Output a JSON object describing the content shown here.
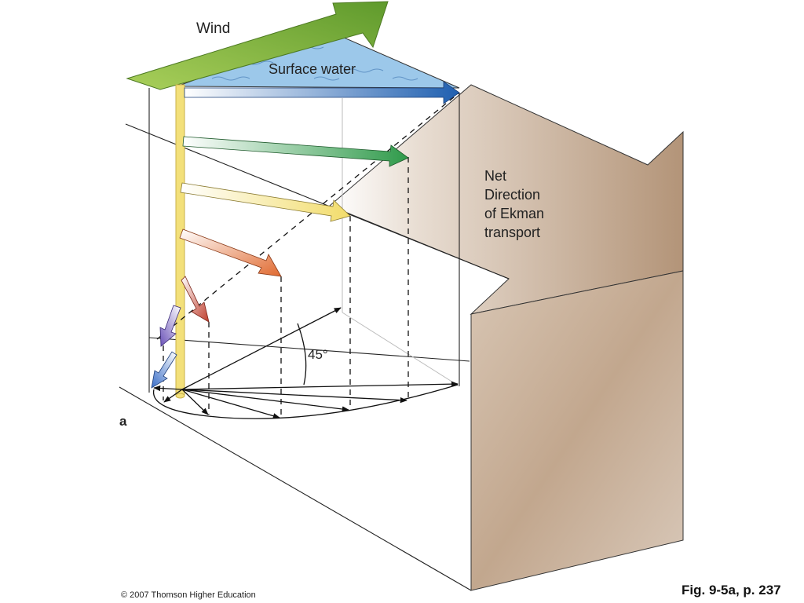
{
  "labels": {
    "wind": "Wind",
    "surface_water": "Surface water",
    "net_direction": [
      "Net",
      "Direction",
      "of Ekman",
      "transport"
    ],
    "angle": "45°",
    "panel": "a",
    "copyright": "© 2007 Thomson Higher Education",
    "figure": "Fig. 9-5a, p. 237"
  },
  "colors": {
    "wind_arrow": "#7fb23a",
    "surface_water": "#9cc8ea",
    "depth_arrows": [
      "#1f5fb0",
      "#2f9a4a",
      "#f2dc6a",
      "#e06a30",
      "#c0402f",
      "#6a52b8",
      "#3a6ec8"
    ],
    "big_arrow": "#a88a6c",
    "vertical_pole": "#f3e07a"
  }
}
